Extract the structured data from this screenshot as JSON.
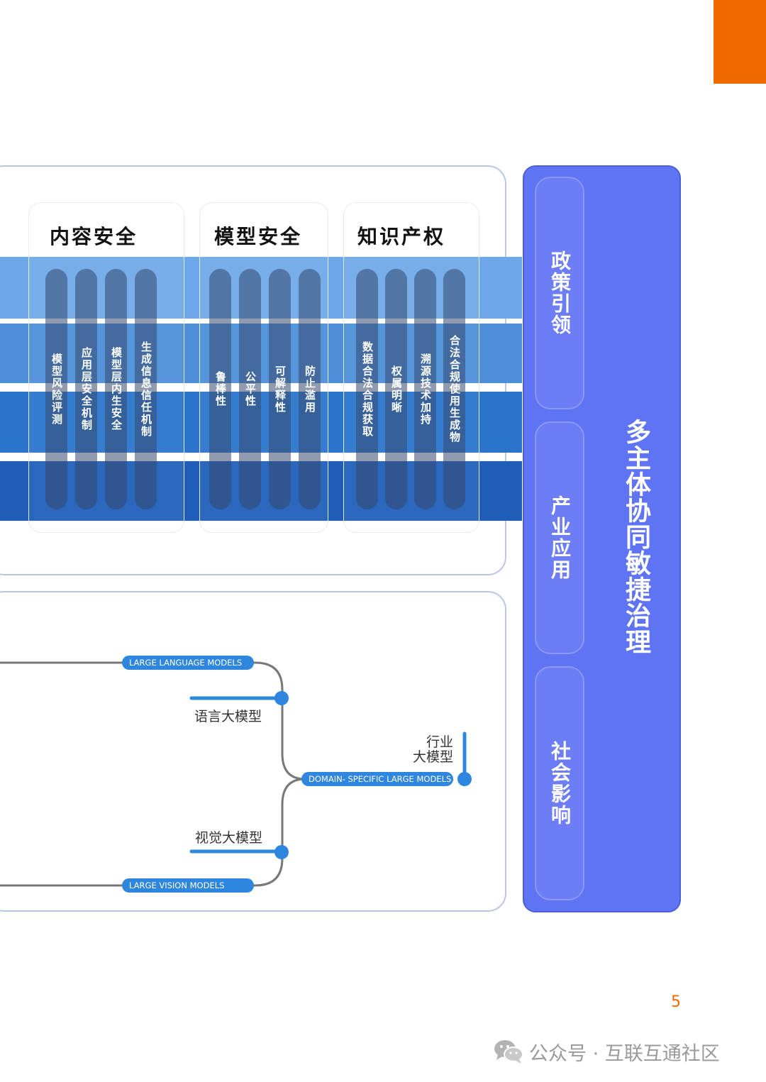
{
  "colors": {
    "accent_orange": "#f06a00",
    "band_1": "#6fa8e8",
    "band_2": "#4d8fd9",
    "band_3": "#2a74cc",
    "band_4": "#1e5eb8",
    "gov_panel": "#5f74f4",
    "tag_blue": "#2e86de",
    "page_number": "#f06a00"
  },
  "safety_cards": [
    {
      "title": "内容安全",
      "items": [
        "模型风险评测",
        "应用层安全机制",
        "模型层内生安全",
        "生成信息信任机制"
      ]
    },
    {
      "title": "模型安全",
      "items": [
        "鲁棒性",
        "公平性",
        "可解释性",
        "防止滥用"
      ]
    },
    {
      "title": "知识产权",
      "items": [
        "数据合法合规获取",
        "权属明晰",
        "溯源技术加持",
        "合法合规使用生成物"
      ]
    }
  ],
  "governance": {
    "main_label": "多主体协同敏捷治理",
    "sub_labels": [
      "政策引领",
      "产业应用",
      "社会影响"
    ]
  },
  "models": {
    "llm_tag": "LARGE LANGUAGE MODELS",
    "llm_label": "语言大模型",
    "domain_tag": "DOMAIN- SPECIFIC LARGE MODELS",
    "domain_label_line1": "行业",
    "domain_label_line2": "大模型",
    "lvm_tag": "LARGE VISION MODELS",
    "lvm_label": "视觉大模型"
  },
  "page_number": "5",
  "footer": {
    "text": "公众号 · 互联互通社区",
    "icon": "wechat-icon"
  }
}
